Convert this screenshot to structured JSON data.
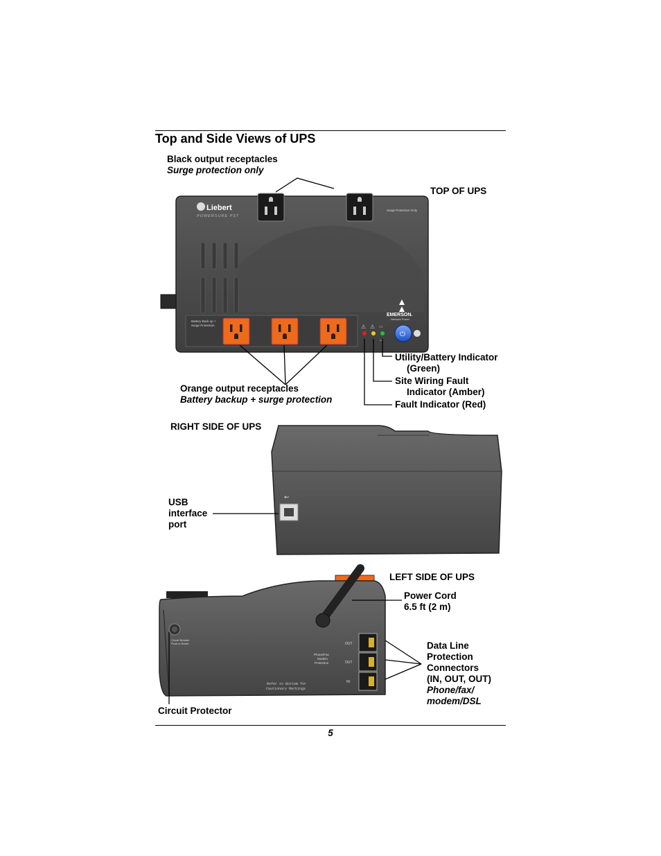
{
  "section_title": "Top and Side Views of UPS",
  "page_number": "5",
  "top_view": {
    "heading": "TOP OF UPS",
    "black_receptacles": {
      "line1": "Black output receptacles",
      "line2": "Surge protection only"
    },
    "orange_receptacles": {
      "line1": "Orange output receptacles",
      "line2": "Battery backup + surge protection"
    },
    "indicators": {
      "green": {
        "line1": "Utility/Battery Indicator",
        "line2": "(Green)"
      },
      "amber": {
        "line1": "Site Wiring Fault",
        "line2": "Indicator (Amber)"
      },
      "red": {
        "line1": "Fault Indicator (Red)"
      }
    },
    "device_text": {
      "brand": "Liebert",
      "model": "POWERSURE PST",
      "surge_label": "Surge Protection Only",
      "battery_label_1": "Battery Back up +",
      "battery_label_2": "Surge Protection",
      "maker": "EMERSON.",
      "maker_sub": "Network Power"
    }
  },
  "right_view": {
    "heading": "RIGHT SIDE OF UPS",
    "usb_label": {
      "line1": "USB",
      "line2": "interface",
      "line3": "port"
    }
  },
  "left_view": {
    "heading": "LEFT SIDE OF UPS",
    "power_cord": {
      "line1": "Power Cord",
      "line2": "6.5 ft (2 m)"
    },
    "data_line": {
      "line1": "Data Line",
      "line2": "Protection",
      "line3": "Connectors",
      "line4": "(IN, OUT, OUT)",
      "line5": "Phone/fax/",
      "line6": "modem/DSL"
    },
    "circuit_protector": "Circuit Protector",
    "device_text": {
      "breaker_1": "Circuit Breaker",
      "breaker_2": "Push to Reset",
      "phone_1": "Phone/Fax",
      "phone_2": "Modem",
      "phone_3": "Protection",
      "port_out_1": "OUT",
      "port_out_2": "OUT",
      "port_in": "IN",
      "caution_1": "Refer to Bottom for",
      "caution_2": "Cautionary Markings"
    }
  }
}
